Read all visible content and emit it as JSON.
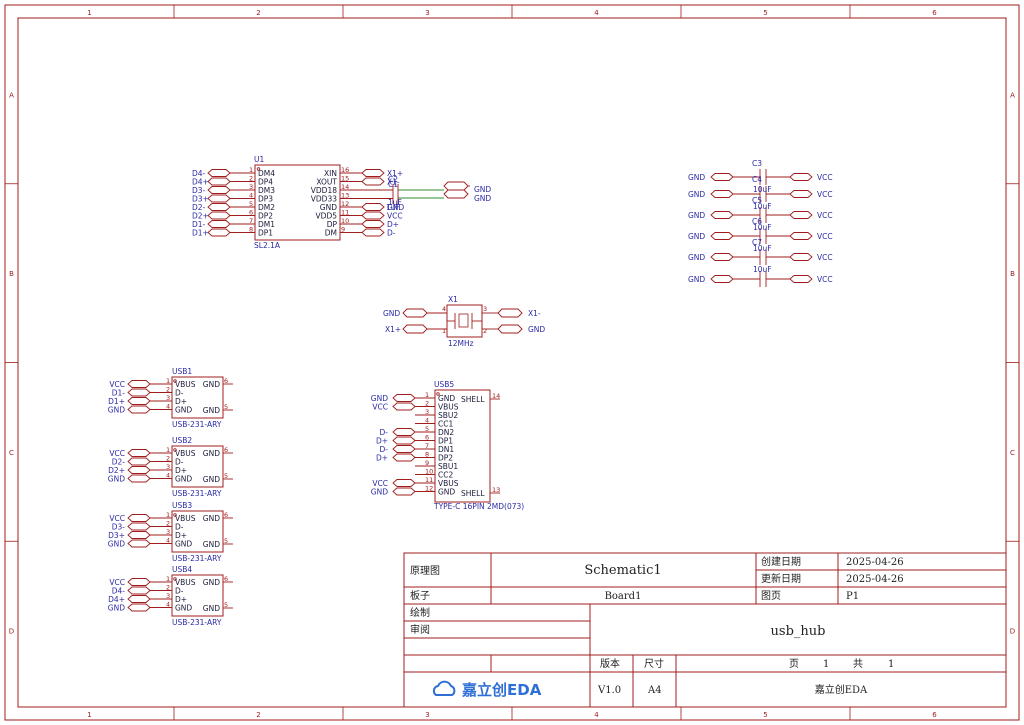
{
  "sheet": {
    "cols": [
      "1",
      "2",
      "3",
      "4",
      "5",
      "6"
    ],
    "rows": [
      "A",
      "B",
      "C",
      "D"
    ]
  },
  "u1": {
    "ref": "U1",
    "value": "SL2.1A",
    "left_pins": [
      {
        "num": "1",
        "name": "DM4",
        "net": "D4-"
      },
      {
        "num": "2",
        "name": "DP4",
        "net": "D4+"
      },
      {
        "num": "3",
        "name": "DM3",
        "net": "D3-"
      },
      {
        "num": "4",
        "name": "DP3",
        "net": "D3+"
      },
      {
        "num": "5",
        "name": "DM2",
        "net": "D2-"
      },
      {
        "num": "6",
        "name": "DP2",
        "net": "D2+"
      },
      {
        "num": "7",
        "name": "DM1",
        "net": "D1-"
      },
      {
        "num": "8",
        "name": "DP1",
        "net": "D1+"
      }
    ],
    "right_pins": [
      {
        "num": "16",
        "name": "XIN",
        "net": "X1+"
      },
      {
        "num": "15",
        "name": "XOUT",
        "net": "X1-"
      },
      {
        "num": "14",
        "name": "VDD18",
        "net": ""
      },
      {
        "num": "13",
        "name": "VDD33",
        "net": ""
      },
      {
        "num": "12",
        "name": "GND",
        "net": "GND"
      },
      {
        "num": "11",
        "name": "VDD5",
        "net": "VCC"
      },
      {
        "num": "10",
        "name": "DP",
        "net": "D+"
      },
      {
        "num": "9",
        "name": "DM",
        "net": "D-"
      }
    ],
    "cap_labels": [
      "C1",
      "C2",
      "1uF",
      "1uF"
    ],
    "gnd_nets": [
      "GND",
      "GND"
    ]
  },
  "caps": {
    "refs": [
      "C3",
      "C4",
      "C5",
      "C6",
      "C7"
    ],
    "values": [
      "10uF",
      "10uF",
      "10uF",
      "10uF",
      "10uF"
    ],
    "rows": [
      {
        "left": "GND",
        "right": "VCC"
      },
      {
        "left": "GND",
        "right": "VCC"
      },
      {
        "left": "GND",
        "right": "VCC"
      },
      {
        "left": "GND",
        "right": "VCC"
      },
      {
        "left": "GND",
        "right": "VCC"
      },
      {
        "left": "GND",
        "right": "VCC"
      }
    ]
  },
  "x1": {
    "ref": "X1",
    "value": "12MHz",
    "pins": [
      "4",
      "1",
      "3",
      "2"
    ],
    "nets": {
      "p4": "GND",
      "p1": "X1+",
      "p3": "X1-",
      "p2": "GND"
    }
  },
  "usb_a": [
    {
      "ref": "USB1",
      "nets": [
        "VCC",
        "D1-",
        "D1+",
        "GND"
      ],
      "value": "USB-231-ARY"
    },
    {
      "ref": "USB2",
      "nets": [
        "VCC",
        "D2-",
        "D2+",
        "GND"
      ],
      "value": "USB-231-ARY"
    },
    {
      "ref": "USB3",
      "nets": [
        "VCC",
        "D3-",
        "D3+",
        "GND"
      ],
      "value": "USB-231-ARY"
    },
    {
      "ref": "USB4",
      "nets": [
        "VCC",
        "D4-",
        "D4+",
        "GND"
      ],
      "value": "USB-231-ARY"
    }
  ],
  "usb_a_pins": {
    "left": [
      "VBUS",
      "D-",
      "D+",
      "GND"
    ],
    "left_nums": [
      "1",
      "2",
      "3",
      "4"
    ],
    "right": [
      "GND",
      "GND"
    ],
    "right_nums": [
      "6",
      "5"
    ]
  },
  "usb5": {
    "ref": "USB5",
    "value": "TYPE-C 16PIN 2MD(073)",
    "pins": [
      {
        "num": "1",
        "name": "GND",
        "net": "GND"
      },
      {
        "num": "2",
        "name": "VBUS",
        "net": "VCC"
      },
      {
        "num": "3",
        "name": "SBU2",
        "net": ""
      },
      {
        "num": "4",
        "name": "CC1",
        "net": ""
      },
      {
        "num": "5",
        "name": "DN2",
        "net": "D-"
      },
      {
        "num": "6",
        "name": "DP1",
        "net": "D+"
      },
      {
        "num": "7",
        "name": "DN1",
        "net": "D-"
      },
      {
        "num": "8",
        "name": "DP2",
        "net": "D+"
      },
      {
        "num": "9",
        "name": "SBU1",
        "net": ""
      },
      {
        "num": "10",
        "name": "CC2",
        "net": ""
      },
      {
        "num": "11",
        "name": "VBUS",
        "net": "VCC"
      },
      {
        "num": "12",
        "name": "GND",
        "net": "GND"
      }
    ],
    "shell": {
      "top": "SHELL",
      "bottom": "SHELL",
      "top_num": "14",
      "bottom_num": "13"
    }
  },
  "title_block": {
    "schematic_label": "原理图",
    "schematic_name": "Schematic1",
    "board_label": "板子",
    "board_name": "Board1",
    "drawn_label": "绘制",
    "review_label": "审阅",
    "created_label": "创建日期",
    "created_date": "2025-04-26",
    "updated_label": "更新日期",
    "updated_date": "2025-04-26",
    "page_label": "图页",
    "page_value": "P1",
    "title": "usb_hub",
    "version_label": "版本",
    "size_label": "尺寸",
    "version": "V1.0",
    "size": "A4",
    "page_text": "页",
    "page_num": "1",
    "total_text": "共",
    "total_num": "1",
    "logo_text": "嘉立创EDA",
    "company": "嘉立创EDA"
  }
}
